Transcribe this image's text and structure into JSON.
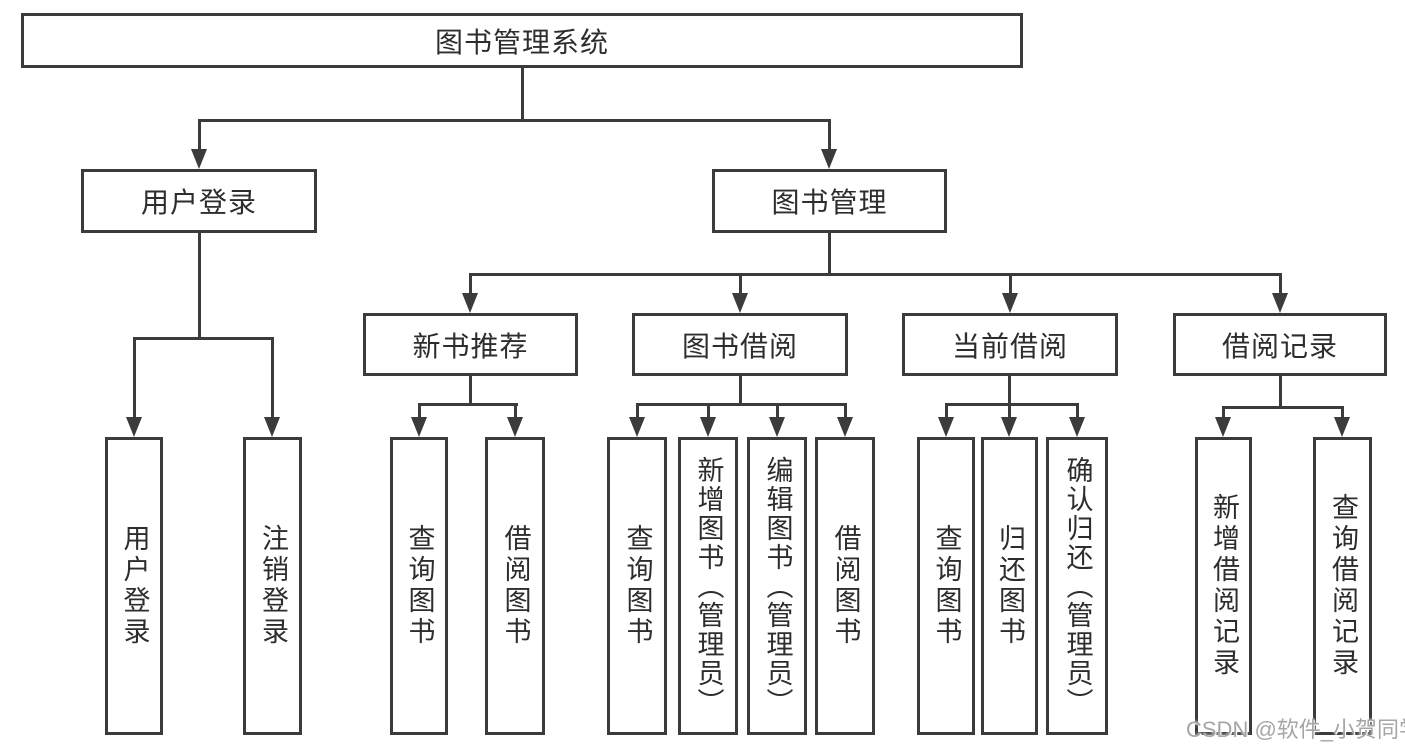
{
  "nodes": {
    "root": {
      "label": "图书管理系统"
    },
    "user_login": {
      "label": "用户登录",
      "children": [
        {
          "label": "用户登录"
        },
        {
          "label": "注销登录"
        }
      ]
    },
    "book_mgmt": {
      "label": "图书管理",
      "children": [
        {
          "label": "新书推荐",
          "children": [
            {
              "label": "查询图书"
            },
            {
              "label": "借阅图书"
            }
          ]
        },
        {
          "label": "图书借阅",
          "children": [
            {
              "label": "查询图书"
            },
            {
              "label": "新增图书（管理员）"
            },
            {
              "label": "编辑图书（管理员）"
            },
            {
              "label": "借阅图书"
            }
          ]
        },
        {
          "label": "当前借阅",
          "children": [
            {
              "label": "查询图书"
            },
            {
              "label": "归还图书"
            },
            {
              "label": "确认归还（管理员）"
            }
          ]
        },
        {
          "label": "借阅记录",
          "children": [
            {
              "label": "新增借阅记录"
            },
            {
              "label": "查询借阅记录"
            }
          ]
        }
      ]
    }
  },
  "watermark": "CSDN @软件_小贺同学",
  "colors": {
    "line": "#3b3b3b",
    "text": "#2d2d2d",
    "watermark": "#a6a6a6",
    "background": "#ffffff"
  }
}
